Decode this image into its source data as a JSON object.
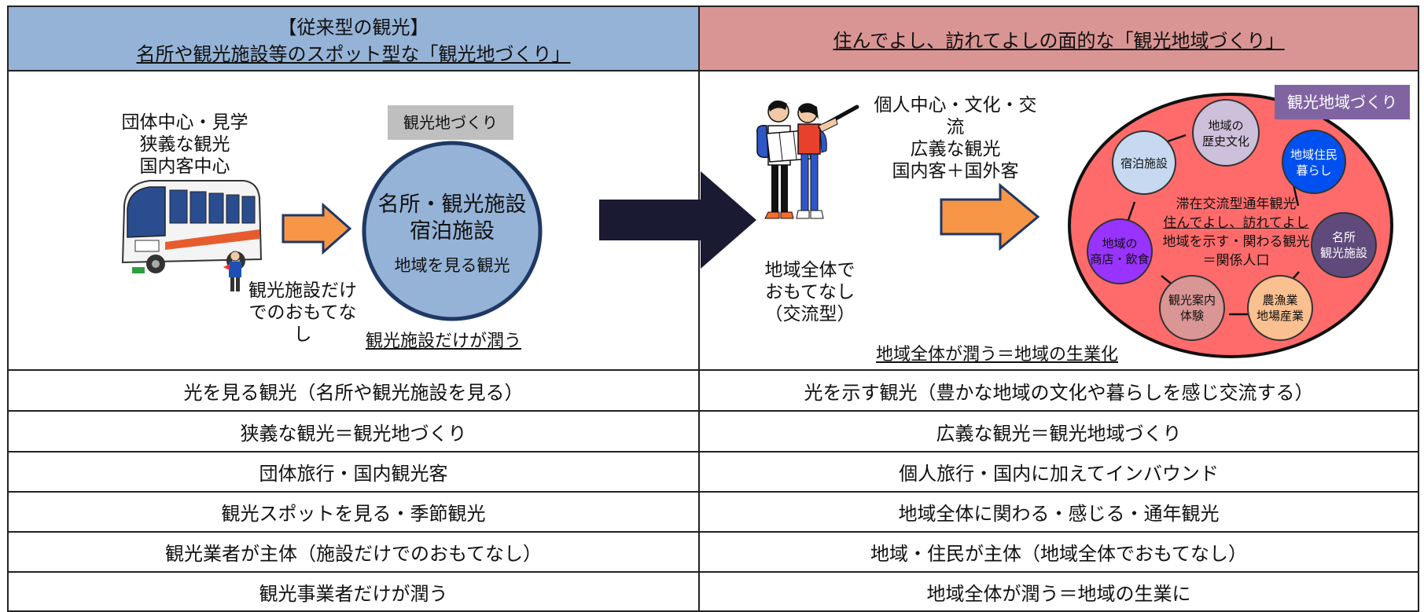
{
  "left_header": {
    "line1": "【従来型の観光】",
    "line2": "名所や観光施設等のスポット型な「観光地づくり」"
  },
  "right_header": {
    "line1": "住んでよし、訪れてよしの面的な「観光地域づくり」"
  },
  "left_diagram": {
    "features": [
      "団体中心・見学",
      "狭義な観光",
      "国内客中心"
    ],
    "box_label": "観光地づくり",
    "circle_line1": "名所・観光施設",
    "circle_line2": "宿泊施設",
    "circle_line3": "地域を見る観光",
    "hospitality": [
      "観光施設だけ",
      "でのおもてなし"
    ],
    "benefit": "観光施設だけが潤う"
  },
  "right_diagram": {
    "features": [
      "個人中心・文化・交流",
      "広義な観光",
      "国内客＋国外客"
    ],
    "hospitality": [
      "地域全体で",
      "おもてなし",
      "（交流型）"
    ],
    "badge": "観光地域づくり",
    "center_lines": [
      "滞在交流型通年観光",
      "住んでよし、訪れてよし",
      "地域を示す・関わる観光",
      "＝関係人口"
    ],
    "nodes": [
      {
        "lines": [
          "地域の",
          "歴史文化"
        ],
        "color": "#ccc0da"
      },
      {
        "lines": [
          "地域住民",
          "暮らし"
        ],
        "color": "#0050ef"
      },
      {
        "lines": [
          "名所",
          "観光施設"
        ],
        "color": "#604a7b"
      },
      {
        "lines": [
          "農漁業",
          "地場産業"
        ],
        "color": "#fac090"
      },
      {
        "lines": [
          "観光案内",
          "体験"
        ],
        "color": "#d99694"
      },
      {
        "lines": [
          "地域の",
          "商店・飲食"
        ],
        "color": "#9933ff"
      },
      {
        "lines": [
          "宿泊施設"
        ],
        "color": "#c6d9f1"
      }
    ],
    "benefit": "地域全体が潤う＝地域の生業化"
  },
  "comparison_rows": [
    {
      "left": "光を見る観光（名所や観光施設を見る）",
      "right": "光を示す観光（豊かな地域の文化や暮らしを感じ交流する）"
    },
    {
      "left": "狭義な観光＝観光地づくり",
      "right": "広義な観光＝観光地域づくり"
    },
    {
      "left": "団体旅行・国内観光客",
      "right": "個人旅行・国内に加えてインバウンド"
    },
    {
      "left": "観光スポットを見る・季節観光",
      "right": "地域全体に関わる・感じる・通年観光"
    },
    {
      "left": "観光業者が主体（施設だけでのおもてなし）",
      "right": "地域・住民が主体（地域全体でおもてなし）"
    },
    {
      "left": "観光事業者だけが潤う",
      "right": "地域全体が潤う＝地域の生業に"
    }
  ],
  "colors": {
    "left_header_bg": "#95b3d7",
    "right_header_bg": "#d99594",
    "big_arrow": "#1a1a33",
    "orange_arrow": "#f79646",
    "ring_fill": "#ff6b6b",
    "badge_bg": "#8064a2"
  },
  "icons": [
    "bus-illustration",
    "guide-person-illustration",
    "travelers-illustration",
    "big-right-arrow",
    "orange-right-arrow",
    "double-arrow"
  ]
}
